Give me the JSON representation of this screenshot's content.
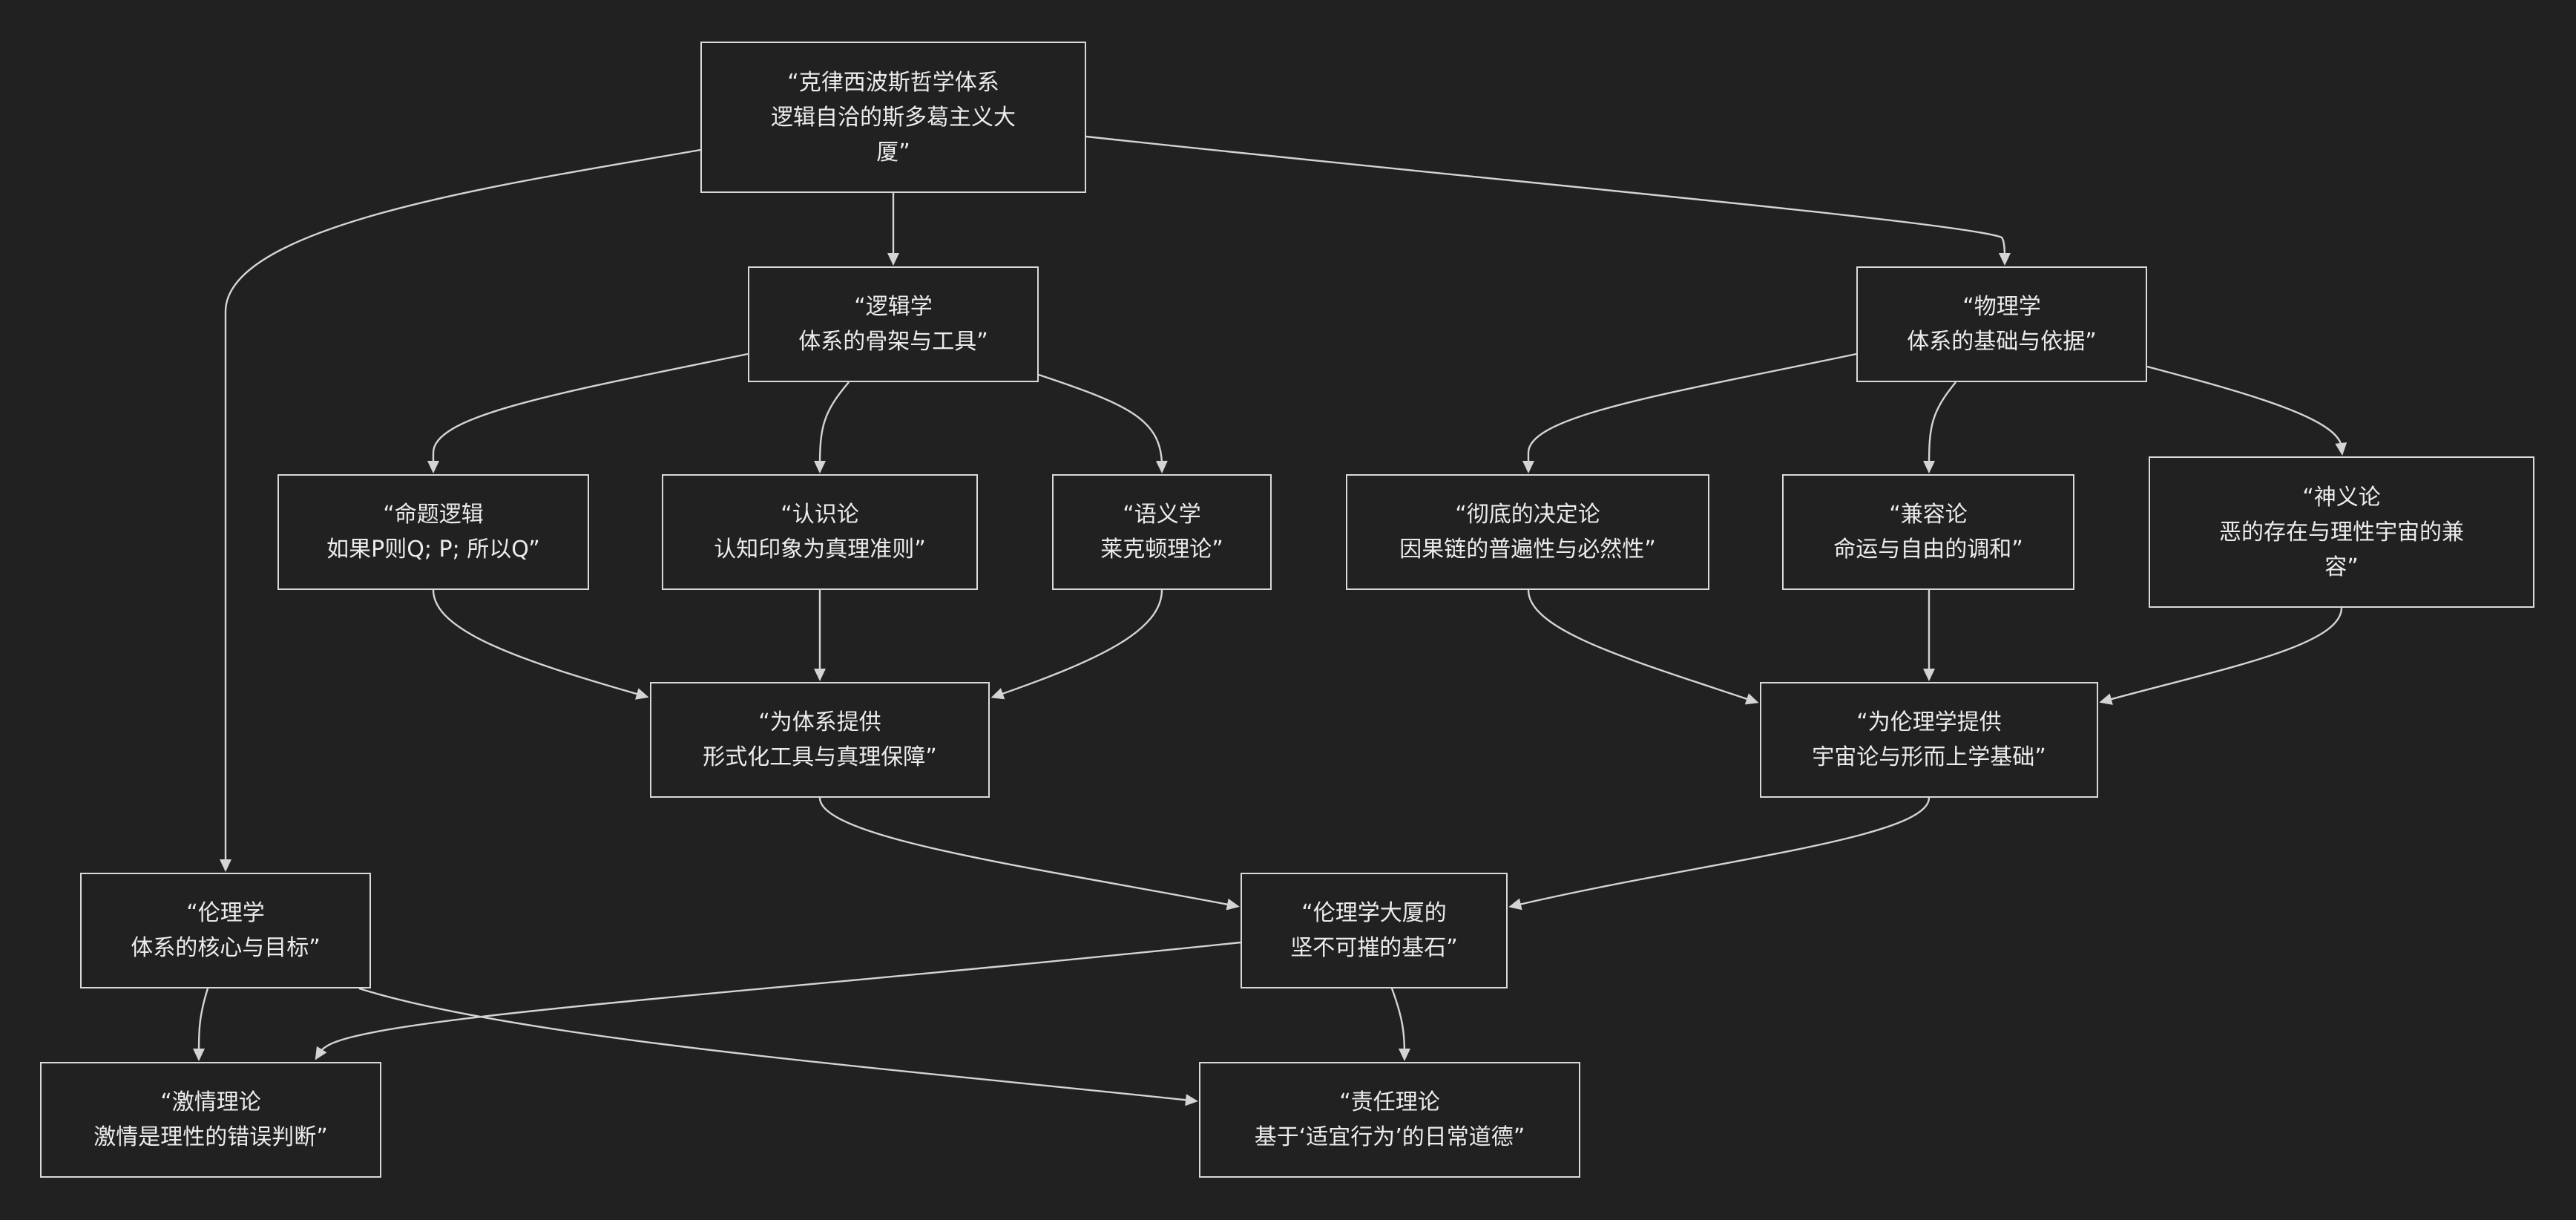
{
  "diagram": {
    "type": "flowchart",
    "theme": {
      "background": "#212121",
      "node_border": "#d9d9d9",
      "node_text": "#ececec",
      "edge_color": "#d4d4d4"
    },
    "nodes": {
      "root": {
        "label": "“克律西波斯哲学体系\n逻辑自洽的斯多葛主义大\n厦”"
      },
      "logic": {
        "label": "“逻辑学\n体系的骨架与工具”"
      },
      "physics": {
        "label": "“物理学\n体系的基础与依据”"
      },
      "ethics": {
        "label": "“伦理学\n体系的核心与目标”"
      },
      "propositional": {
        "label": "“命题逻辑\n如果P则Q; P; 所以Q”"
      },
      "epistemology": {
        "label": "“认识论\n认知印象为真理准则”"
      },
      "semantics": {
        "label": "“语义学\n莱克顿理论”"
      },
      "determinism": {
        "label": "“彻底的决定论\n因果链的普遍性与必然性”"
      },
      "compatibilism": {
        "label": "“兼容论\n命运与自由的调和”"
      },
      "theodicy": {
        "label": "“神义论\n恶的存在与理性宇宙的兼\n容”"
      },
      "logic_provides": {
        "label": "“为体系提供\n形式化工具与真理保障”"
      },
      "physics_provides": {
        "label": "“为伦理学提供\n宇宙论与形而上学基础”"
      },
      "cornerstone": {
        "label": "“伦理学大厦的\n坚不可摧的基石”"
      },
      "passions": {
        "label": "“激情理论\n激情是理性的错误判断”"
      },
      "duty": {
        "label": "“责任理论\n基于‘适宜行为’的日常道德”"
      }
    },
    "edges": [
      {
        "from": "root",
        "to": "logic"
      },
      {
        "from": "root",
        "to": "physics"
      },
      {
        "from": "root",
        "to": "ethics"
      },
      {
        "from": "logic",
        "to": "propositional"
      },
      {
        "from": "logic",
        "to": "epistemology"
      },
      {
        "from": "logic",
        "to": "semantics"
      },
      {
        "from": "physics",
        "to": "determinism"
      },
      {
        "from": "physics",
        "to": "compatibilism"
      },
      {
        "from": "physics",
        "to": "theodicy"
      },
      {
        "from": "propositional",
        "to": "logic_provides"
      },
      {
        "from": "epistemology",
        "to": "logic_provides"
      },
      {
        "from": "semantics",
        "to": "logic_provides"
      },
      {
        "from": "determinism",
        "to": "physics_provides"
      },
      {
        "from": "compatibilism",
        "to": "physics_provides"
      },
      {
        "from": "theodicy",
        "to": "physics_provides"
      },
      {
        "from": "logic_provides",
        "to": "cornerstone"
      },
      {
        "from": "physics_provides",
        "to": "cornerstone"
      },
      {
        "from": "cornerstone",
        "to": "passions"
      },
      {
        "from": "cornerstone",
        "to": "duty"
      },
      {
        "from": "ethics",
        "to": "passions"
      },
      {
        "from": "ethics",
        "to": "duty"
      }
    ]
  }
}
